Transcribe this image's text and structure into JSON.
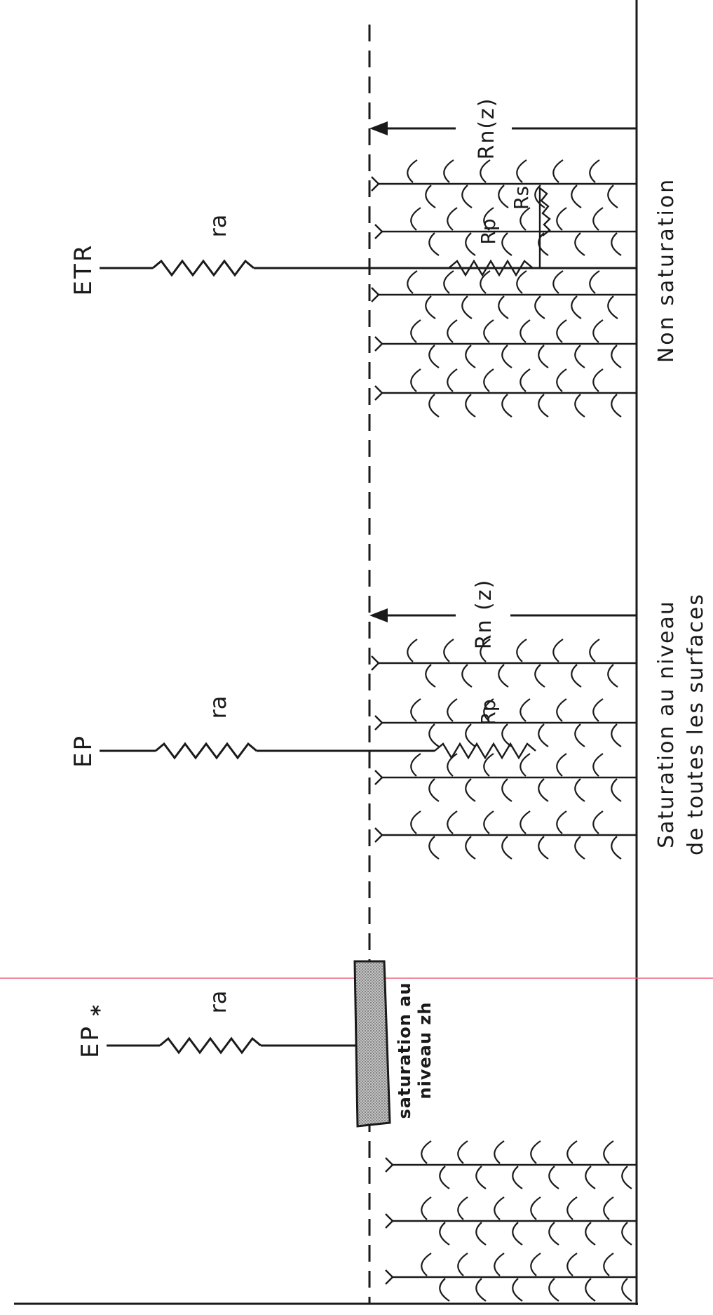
{
  "labels": {
    "etr": "ETR",
    "ep": "EP",
    "ep_star": "EP",
    "ep_star_mark": "*",
    "ra_etr": "ra",
    "ra_ep": "ra",
    "ra_epstar": "ra",
    "rn_etr": "Rn(z)",
    "rn_ep": "Rn (z)",
    "rp_etr": "Rp",
    "rs_etr": "Rs",
    "rp_ep": "Rp",
    "caption_non_sat": "Non saturation",
    "caption_sat_line1": "Saturation au niveau",
    "caption_sat_line2": "de toutes les surfaces",
    "caption_zh_line1": "saturation au",
    "caption_zh_line2": "niveau zh"
  },
  "colors": {
    "ink": "#1a1a1a",
    "marker_line": "#f0607a",
    "hatch_fill": "#9a9a9a"
  }
}
